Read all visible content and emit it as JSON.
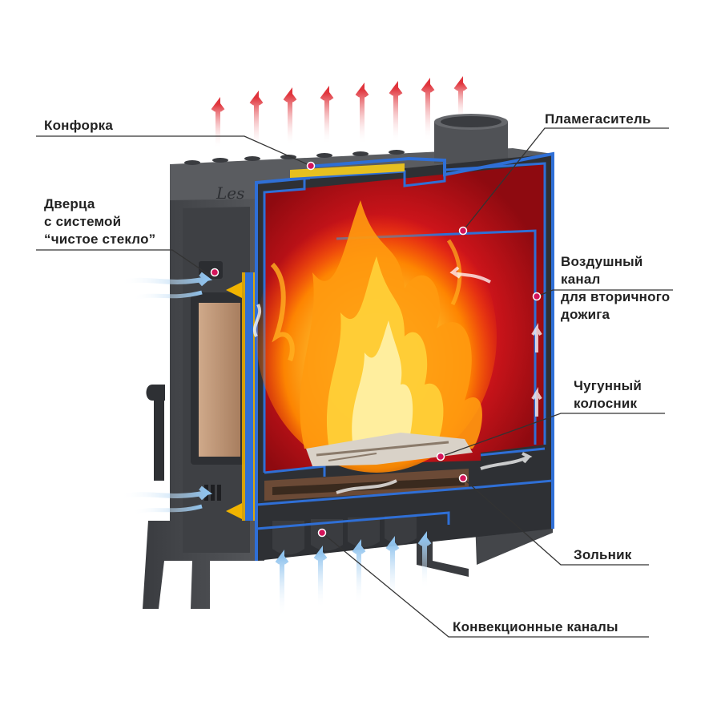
{
  "brand": "Les",
  "labels": {
    "konforka": "Конфорка",
    "plamegasitel": "Пламегаситель",
    "door_line1": "Дверца",
    "door_line2": "с системой",
    "door_line3": "“чистое стекло”",
    "air_line1": "Воздушный",
    "air_line2": "канал",
    "air_line3": "для вторичного",
    "air_line4": "дожига",
    "grate_line1": "Чугунный",
    "grate_line2": "колосник",
    "zolnik": "Зольник",
    "convection": "Конвекционные каналы"
  },
  "colors": {
    "stove_body": "#4a4c50",
    "stove_dark": "#2e3034",
    "cutaway_edge": "#2f6fd6",
    "firebox_red": "#c8141c",
    "flame_orange": "#ff8a00",
    "flame_yellow": "#ffd23a",
    "warm_arrow": "#e0343c",
    "cold_arrow": "#8fc3ee",
    "marker": "#d4145a"
  }
}
